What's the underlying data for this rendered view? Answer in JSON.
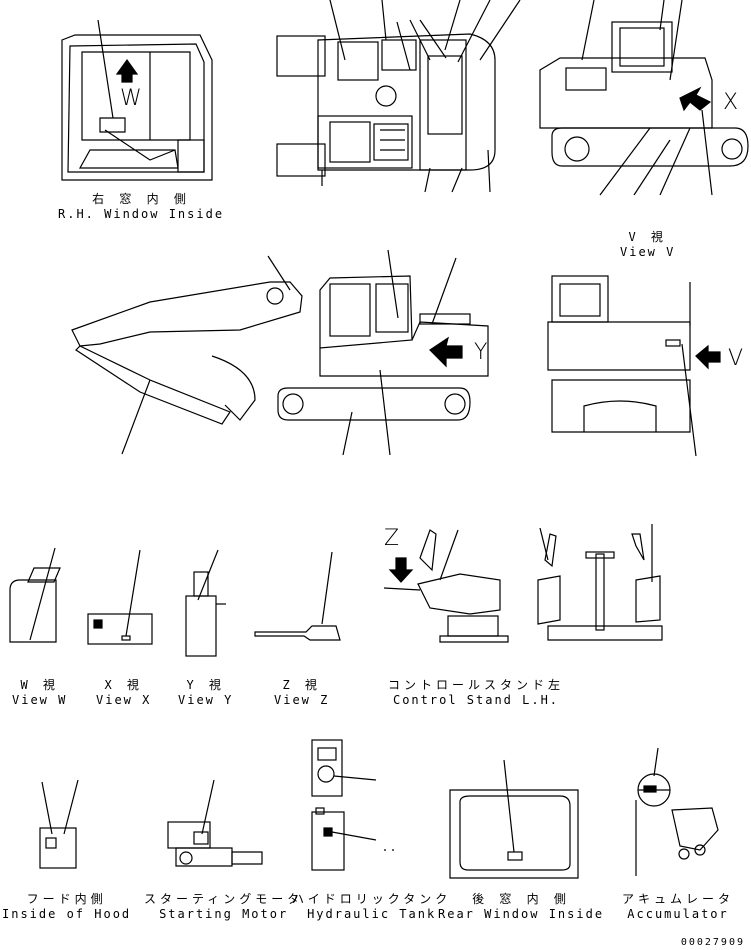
{
  "views": {
    "rh_window": {
      "jp": "右 窓 内 側",
      "en": "R.H. Window Inside"
    },
    "view_v": {
      "jp": "V 視",
      "en": "View V"
    },
    "view_w": {
      "jp": "W 視",
      "en": "View W"
    },
    "view_x": {
      "jp": "X 視",
      "en": "View X"
    },
    "view_y": {
      "jp": "Y 視",
      "en": "View Y"
    },
    "view_z": {
      "jp": "Z 視",
      "en": "View Z"
    },
    "control_stand": {
      "jp": "コントロールスタンド左",
      "en": "Control Stand L.H."
    },
    "hood": {
      "jp": "フード内側",
      "en": "Inside of Hood"
    },
    "starting_motor": {
      "jp": "スターティングモータ",
      "en": "Starting Motor"
    },
    "hydraulic_tank": {
      "jp": "ハイドロリックタンク",
      "en": "Hydraulic Tank"
    },
    "rear_window": {
      "jp": "後 窓 内 側",
      "en": "Rear Window Inside"
    },
    "accumulator": {
      "jp": "アキュムレータ",
      "en": "Accumulator"
    }
  },
  "view_markers": {
    "w": "W",
    "x": "X",
    "y": "Y",
    "v": "V",
    "z": "Z"
  },
  "doc_number": "00027909"
}
